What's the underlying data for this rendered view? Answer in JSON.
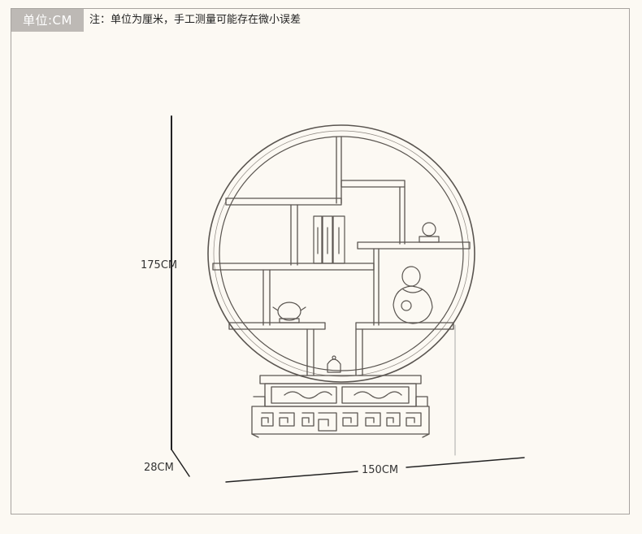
{
  "header": {
    "unit_tag": "单位:CM",
    "note": "注：单位为厘米，手工测量可能存在微小误差"
  },
  "dimensions": {
    "height_label": "175CM",
    "depth_label": "28CM",
    "width_label": "150CM"
  }
}
